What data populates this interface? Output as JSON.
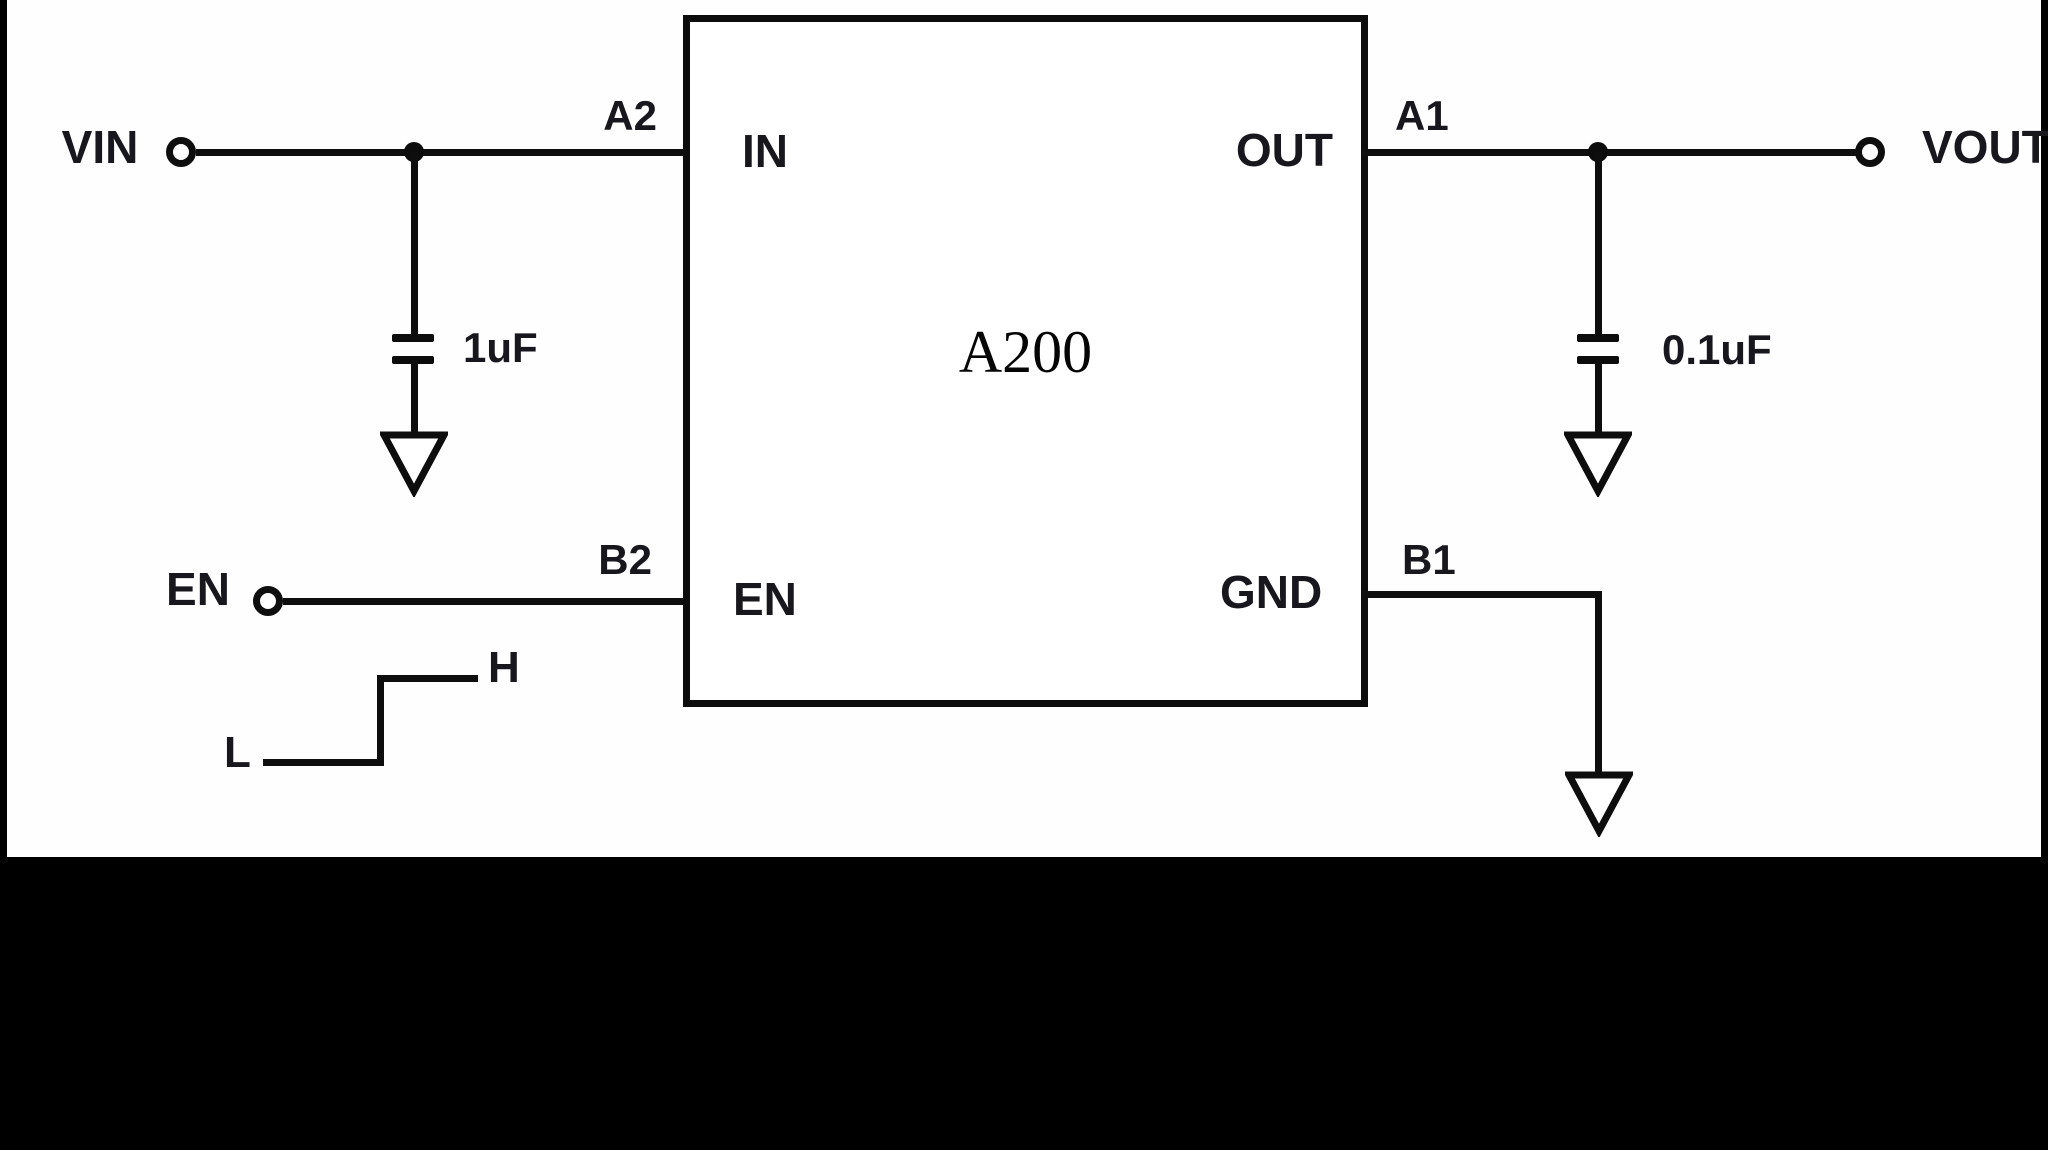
{
  "schematic": {
    "chip": {
      "name": "A200",
      "pins": [
        {
          "number": "A2",
          "name": "IN"
        },
        {
          "number": "A1",
          "name": "OUT"
        },
        {
          "number": "B2",
          "name": "EN"
        },
        {
          "number": "B1",
          "name": "GND"
        }
      ]
    },
    "terminals": {
      "input": "VIN",
      "output": "VOUT",
      "enable": "EN"
    },
    "capacitors": {
      "input_value": "1uF",
      "output_value": "0.1uF"
    },
    "enable_waveform": {
      "high": "H",
      "low": "L"
    },
    "colors": {
      "line": "#0e0e0e",
      "sheet": "#fefefe",
      "background": "#000000",
      "label_text": "#17171d"
    }
  }
}
